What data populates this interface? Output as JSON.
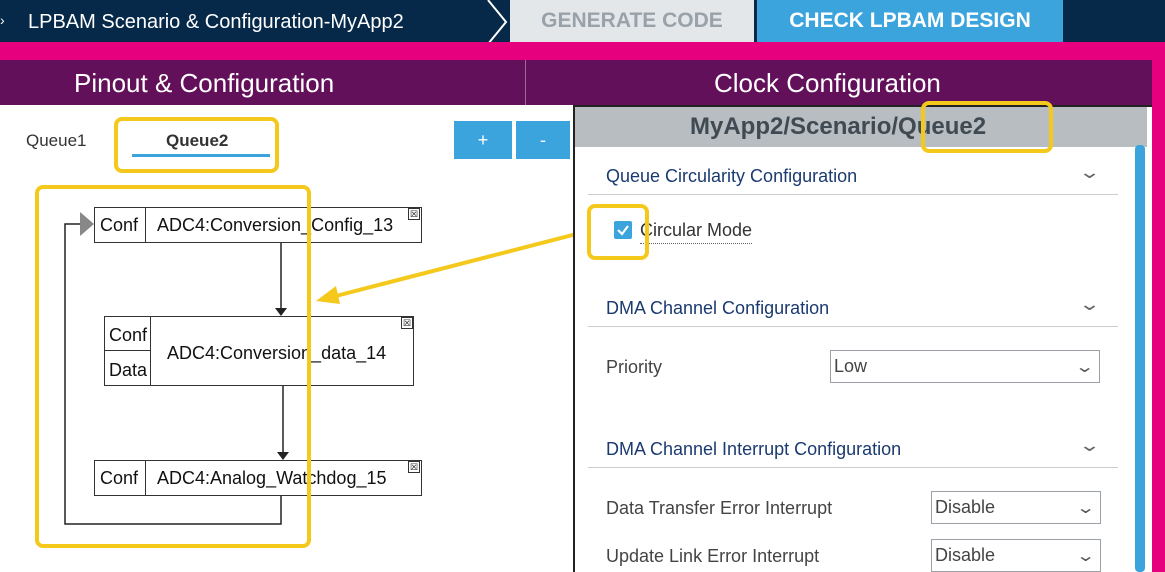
{
  "app": {
    "breadcrumb_caret": "›",
    "title": "LPBAM Scenario & Configuration-MyApp2",
    "generate_code_label": "GENERATE CODE",
    "check_design_label": "CHECK LPBAM DESIGN"
  },
  "tabs": {
    "pinout": "Pinout & Configuration",
    "clock": "Clock Configuration"
  },
  "queue_tabs": [
    "Queue1",
    "Queue2"
  ],
  "queue_buttons": {
    "add": "+",
    "remove": "-"
  },
  "flow": {
    "nodes": [
      {
        "ports": [
          "Conf"
        ],
        "label": "ADC4:Conversion_Config_13"
      },
      {
        "ports": [
          "Conf",
          "Data"
        ],
        "label": "ADC4:Conversion_data_14"
      },
      {
        "ports": [
          "Conf"
        ],
        "label": "ADC4:Analog_Watchdog_15"
      }
    ],
    "close_glyph": "☒"
  },
  "panel": {
    "title": "MyApp2/Scenario/Queue2",
    "sections": {
      "circularity": "Queue Circularity Configuration",
      "dma_channel": "DMA Channel Configuration",
      "dma_interrupt": "DMA Channel Interrupt Configuration"
    },
    "circular_mode_label": "Circular Mode",
    "circular_mode_checked": true,
    "priority_label": "Priority",
    "priority_value": "Low",
    "data_transfer_error_label": "Data Transfer Error Interrupt",
    "data_transfer_error_value": "Disable",
    "update_link_error_label": "Update Link Error Interrupt",
    "update_link_error_value": "Disable"
  },
  "colors": {
    "topbar": "#06294a",
    "accent_blue": "#3ba4dc",
    "magenta": "#e6007e",
    "purple": "#63105a",
    "highlight_yellow": "#f4c91c"
  }
}
